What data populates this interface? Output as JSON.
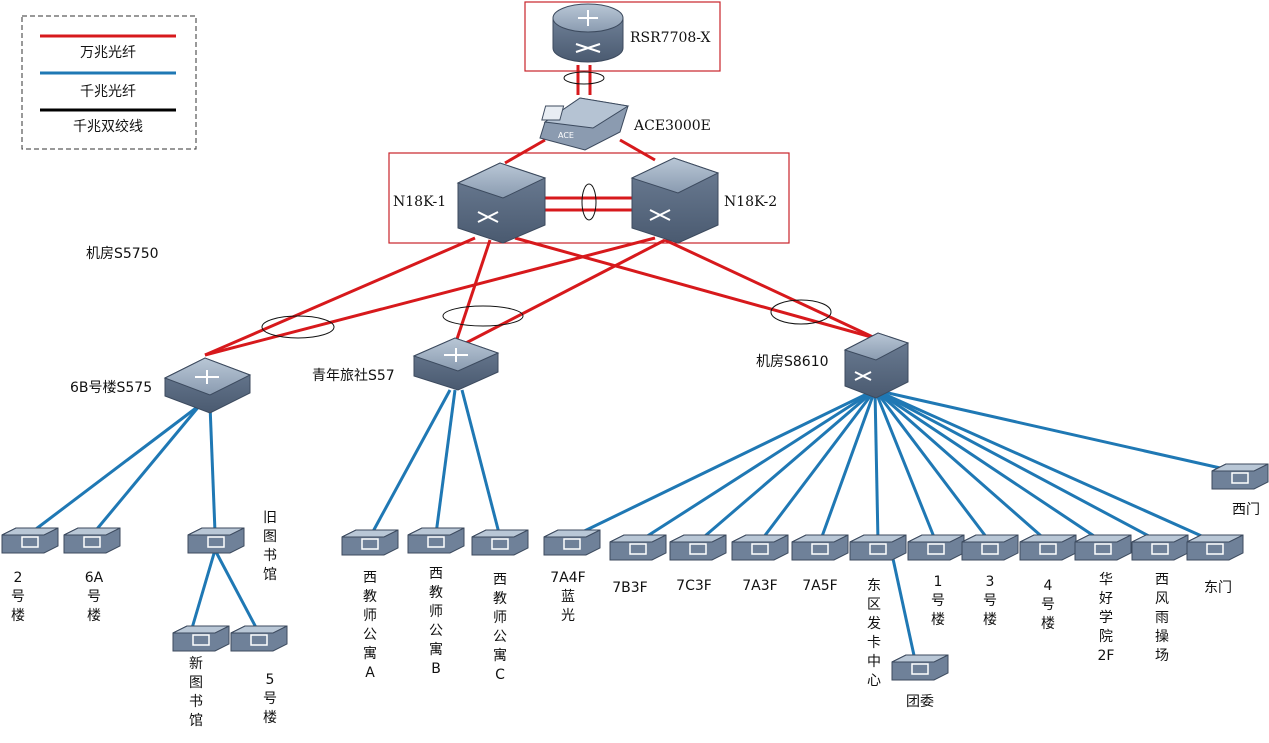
{
  "legend": {
    "items": [
      {
        "label": "万兆光纤",
        "color": "#d7191c"
      },
      {
        "label": "千兆光纤",
        "color": "#1f78b4"
      },
      {
        "label": "千兆双绞线",
        "color": "#000000"
      }
    ]
  },
  "colors": {
    "ten_gig": "#d7191c",
    "gig_fiber": "#1f78b4",
    "frame": "#c9232a"
  },
  "nodes": {
    "router": "RSR7708-X",
    "ace": "ACE3000E",
    "core1": "N18K-1",
    "core2": "N18K-2",
    "room_s5750": "机房S5750",
    "agg_6b": "6B号楼S575",
    "agg_youth": "青年旅社S57",
    "agg_room": "机房S8610"
  },
  "access": {
    "b2": "2号楼",
    "b6a": "6A号楼",
    "oldlib": "旧图书馆",
    "newlib": "新图书馆",
    "b5": "5号楼",
    "apa": "西教师公寓A",
    "apb": "西教师公寓B",
    "apc": "西教师公寓C",
    "b7a4": "7A4F蓝光",
    "b7b": "7B3F",
    "b7c": "7C3F",
    "b7a3": "7A3F",
    "b7a5": "7A5F",
    "card": "东区发卡中心",
    "league": "团委",
    "b1": "1号楼",
    "b3": "3号楼",
    "b4": "4号楼",
    "huahao": "华好学院2F",
    "xifeng": "西风雨操场",
    "east": "东门",
    "west": "西门"
  }
}
